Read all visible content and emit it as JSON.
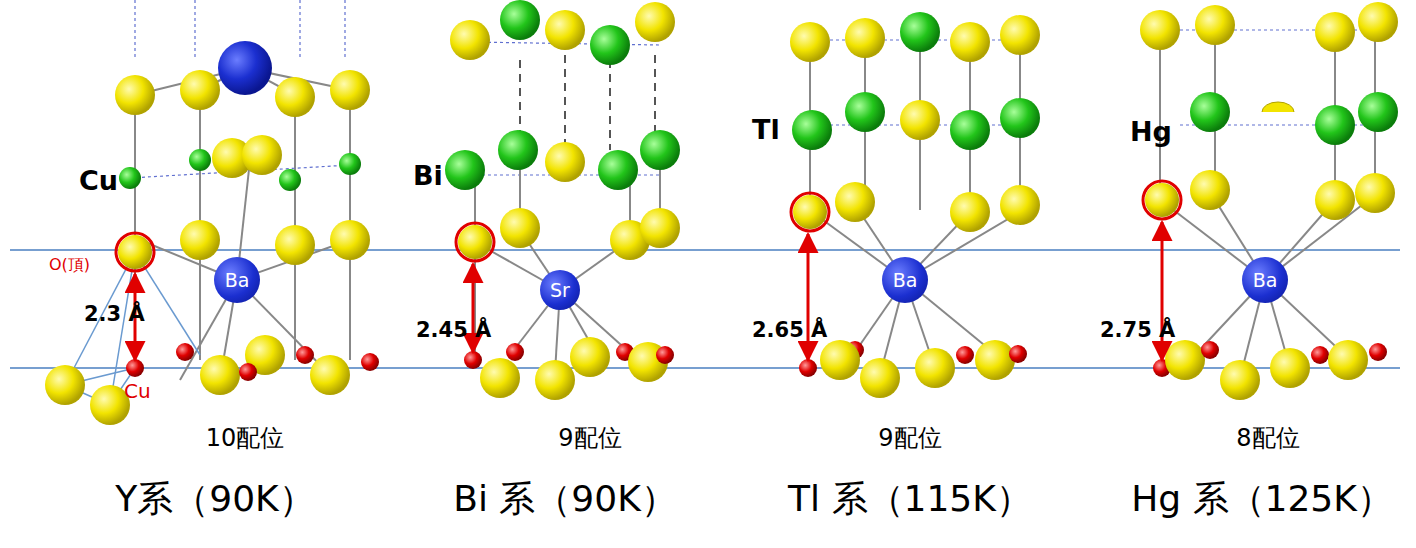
{
  "diagram": {
    "nodes": [
      {
        "text": [
          "Ba"
        ]
      },
      {
        "text": [
          "Sr"
        ]
      },
      {
        "text": [
          "Ba"
        ]
      },
      {
        "text": [
          "Ba"
        ]
      }
    ],
    "labels": [
      "Cu",
      "O(頂)",
      "Cu",
      "2.3 Å",
      "10配位",
      "Y系（90K）",
      "Bi",
      "2.45 Å",
      "9配位",
      "Bi 系（90K）",
      "Tl",
      "2.65 Å",
      "9配位",
      "Tl 系（115K）",
      "Hg",
      "2.75 Å",
      "8配位",
      "Hg 系（125K）"
    ]
  }
}
